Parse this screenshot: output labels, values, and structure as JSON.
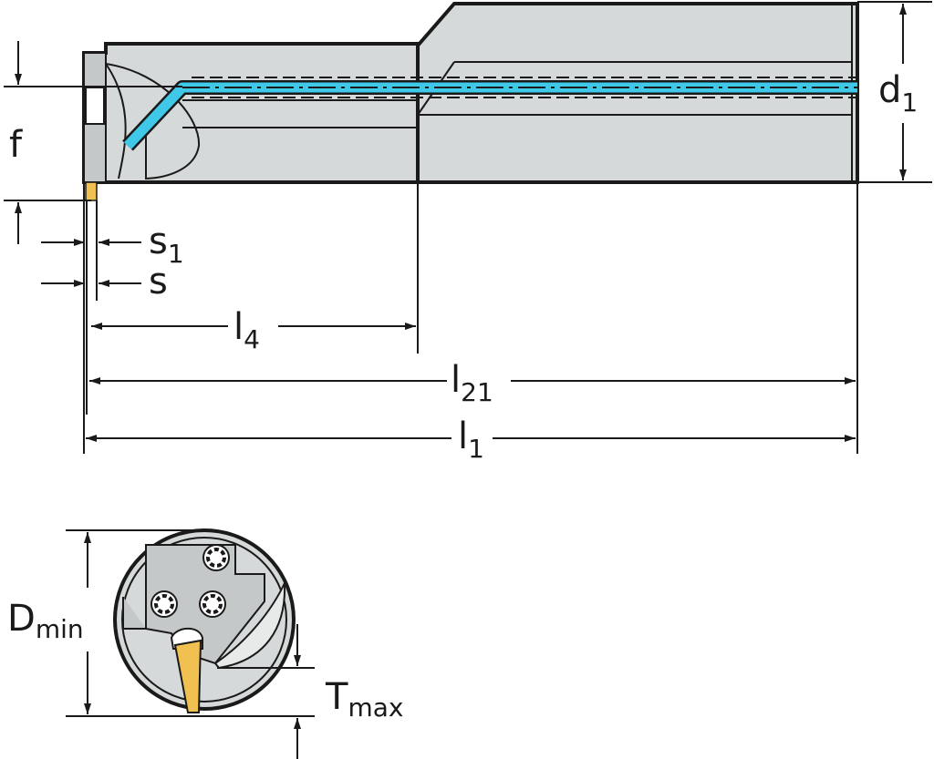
{
  "labels": {
    "f": "f",
    "d1": {
      "base": "d",
      "sub": "1"
    },
    "s1": {
      "base": "s",
      "sub": "1"
    },
    "s": "s",
    "l4": {
      "base": "l",
      "sub": "4"
    },
    "l21": {
      "base": "l",
      "sub": "21"
    },
    "l1": {
      "base": "l",
      "sub": "1"
    },
    "dmin": {
      "base": "D",
      "sub": "min"
    },
    "tmax": {
      "base": "T",
      "sub": "max"
    }
  },
  "colors": {
    "body_fill": "#d6d9d9",
    "body_dark": "#c4c8c8",
    "outline": "#1a1a1a",
    "coolant": "#3fc8e8",
    "insert": "#f0c050"
  }
}
